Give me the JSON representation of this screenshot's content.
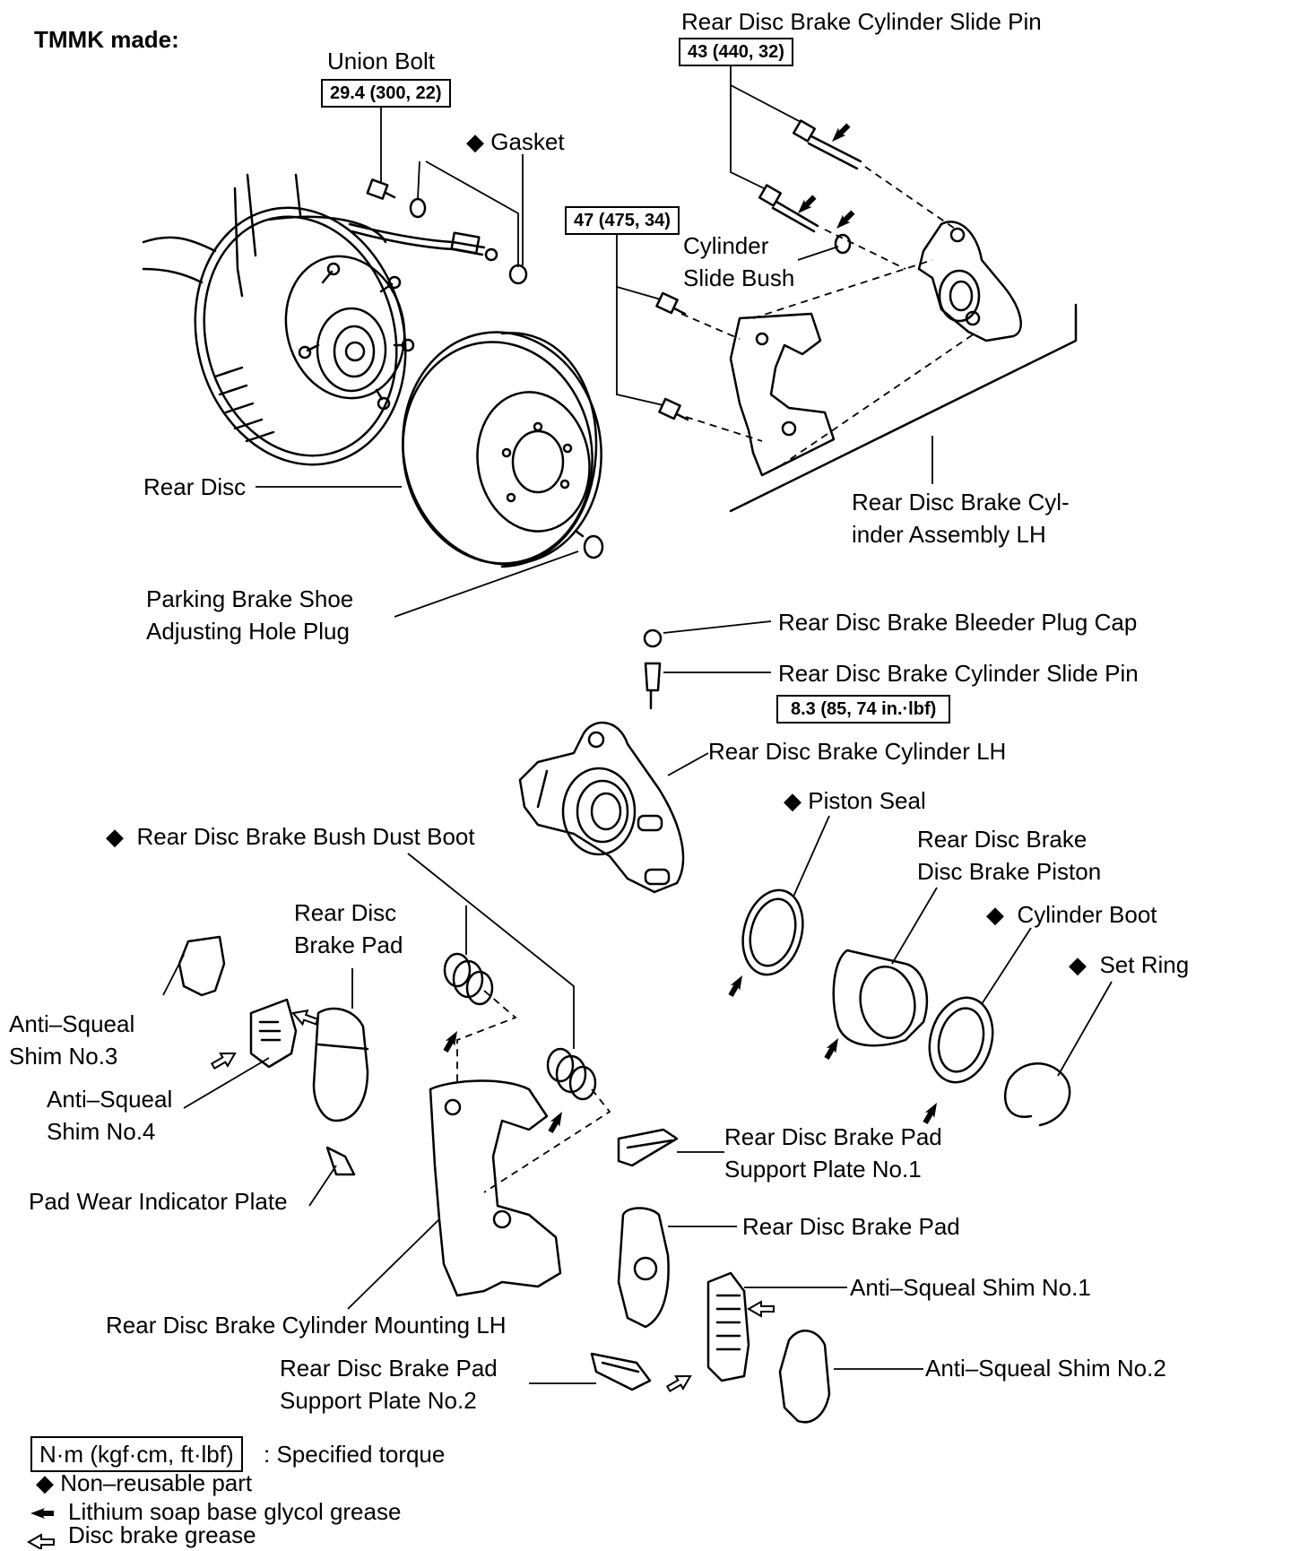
{
  "header": {
    "title": "TMMK made:"
  },
  "labels": {
    "union_bolt": "Union Bolt",
    "gasket": "Gasket",
    "slide_pin_top": "Rear Disc Brake Cylinder Slide Pin",
    "slide_bush_1": "Cylinder",
    "slide_bush_2": "Slide Bush",
    "rear_disc": "Rear Disc",
    "cyl_assembly_1": "Rear Disc Brake Cyl-",
    "cyl_assembly_2": "inder Assembly LH",
    "hole_plug_1": "Parking Brake Shoe",
    "hole_plug_2": "Adjusting Hole Plug",
    "bleeder_cap": "Rear Disc Brake Bleeder Plug Cap",
    "slide_pin_mid": "Rear Disc Brake Cylinder Slide Pin",
    "cylinder_lh": "Rear Disc Brake Cylinder LH",
    "piston_seal": "Piston Seal",
    "bush_dust_boot": "Rear Disc Brake Bush Dust Boot",
    "piston_1": "Rear Disc Brake",
    "piston_2": "Disc Brake Piston",
    "cylinder_boot": "Cylinder Boot",
    "pad_left_1": "Rear Disc",
    "pad_left_2": "Brake Pad",
    "set_ring": "Set Ring",
    "shim3_1": "Anti–Squeal",
    "shim3_2": "Shim No.3",
    "shim4_1": "Anti–Squeal",
    "shim4_2": "Shim No.4",
    "support_plate1_1": "Rear Disc Brake Pad",
    "support_plate1_2": "Support Plate No.1",
    "pad_wear": "Pad Wear Indicator Plate",
    "pad_right": "Rear Disc Brake Pad",
    "shim1": "Anti–Squeal Shim No.1",
    "mounting_lh": "Rear Disc Brake Cylinder Mounting LH",
    "support_plate2_1": "Rear Disc Brake Pad",
    "support_plate2_2": "Support Plate No.2",
    "shim2": "Anti–Squeal Shim No.2"
  },
  "torques": {
    "union_bolt": "29.4 (300, 22)",
    "slide_pin_top": "43 (440, 32)",
    "mounting_bolt": "47 (475, 34)",
    "slide_pin_mid": "8.3 (85, 74 in.·lbf)"
  },
  "legend": {
    "unit_box": "N·m (kgf·cm, ft·lbf)",
    "unit_text": ": Specified torque",
    "non_reusable": "Non–reusable part",
    "lithium": "Lithium soap base glycol grease",
    "disc_grease": "Disc brake grease"
  },
  "symbols": {
    "diamond": "◆"
  }
}
